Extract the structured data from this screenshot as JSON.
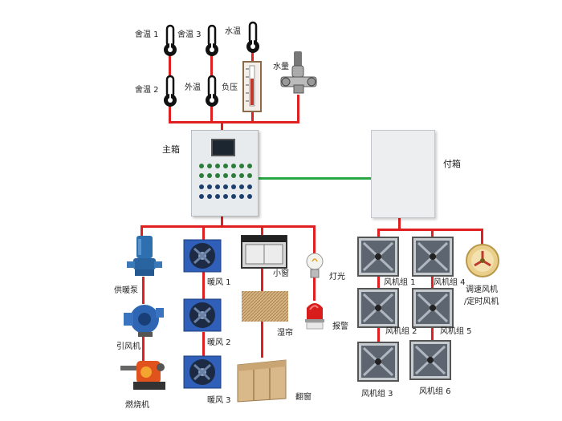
{
  "sensors": {
    "temp1": "舍温 1",
    "temp3": "舍温 3",
    "water_temp": "水温",
    "temp2": "舍温 2",
    "outside_temp": "外温",
    "neg_pressure": "负压",
    "water_volume": "水量"
  },
  "boxes": {
    "main": "主箱",
    "sub": "付箱"
  },
  "main_outputs": {
    "pump": "供暖泵",
    "induced_fan": "引风机",
    "burner": "燃烧机",
    "heater1": "暖风 1",
    "heater2": "暖风 2",
    "heater3": "暖风 3",
    "small_window": "小窗",
    "wet_curtain": "湿帘",
    "flip_window": "翻窗",
    "light": "灯光",
    "alarm": "报警"
  },
  "sub_outputs": {
    "fan1": "风机组 1",
    "fan2": "风机组 2",
    "fan3": "风机组 3",
    "fan4": "风机组 4",
    "fan5": "风机组 5",
    "fan6": "风机组 6",
    "speed_fan_line1": "调速风机",
    "speed_fan_line2": "/定时风机"
  },
  "colors": {
    "wire": "#e02020",
    "link": "#27a844",
    "cabinet": "#e8ebee",
    "heater_blue": "#2f5fb8"
  }
}
